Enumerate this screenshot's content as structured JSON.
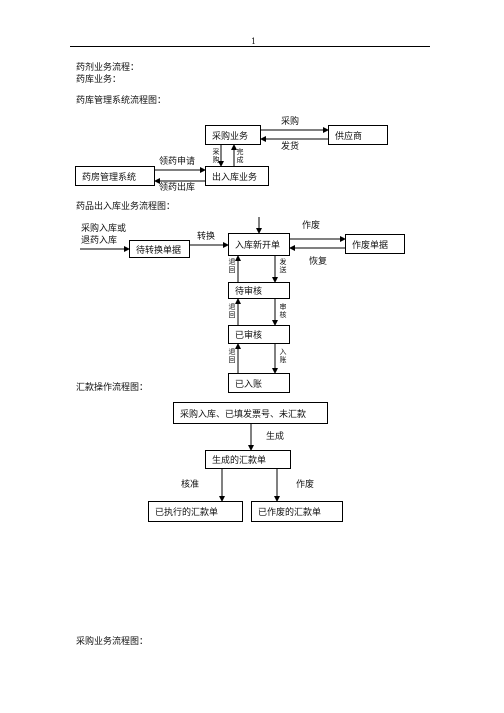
{
  "header": {
    "page_number": "1"
  },
  "sections": {
    "pharmacy_flow": "药剂业务流程：",
    "warehouse_business": "药库业务：",
    "warehouse_system_flow": "药库管理系统流程图：",
    "drug_io_flow": "药品出入库业务流程图：",
    "remittance_flow": "汇款操作流程图：",
    "purchase_flow": "采购业务流程图："
  },
  "diagram1": {
    "purchase_business": "采购业务",
    "supplier": "供应商",
    "pharmacy_system": "药房管理系统",
    "io_business": "出入库业务",
    "label_purchase": "采购",
    "label_delivery": "发货",
    "label_purchase_v": "采购",
    "label_complete_v": "完成",
    "label_request": "领药申请",
    "label_out": "领药出库"
  },
  "diagram2": {
    "source_label_1": "采购入库或",
    "source_label_2": "退药入库",
    "pending_convert": "待转换单据",
    "new_receipt": "入库新开单",
    "voided": "作废单据",
    "pending_review": "待审核",
    "reviewed": "已审核",
    "posted": "已入账",
    "label_convert": "转换",
    "label_void": "作废",
    "label_restore": "恢复",
    "label_return1": "退回",
    "label_send": "发送",
    "label_return2": "退回",
    "label_review": "审核",
    "label_return3": "退回",
    "label_post": "入账"
  },
  "diagram3": {
    "source": "采购入库、已填发票号、未汇款",
    "generated": "生成的汇款单",
    "executed": "已执行的汇款单",
    "voided": "已作废的汇款单",
    "label_generate": "生成",
    "label_approve": "核准",
    "label_void": "作废"
  }
}
